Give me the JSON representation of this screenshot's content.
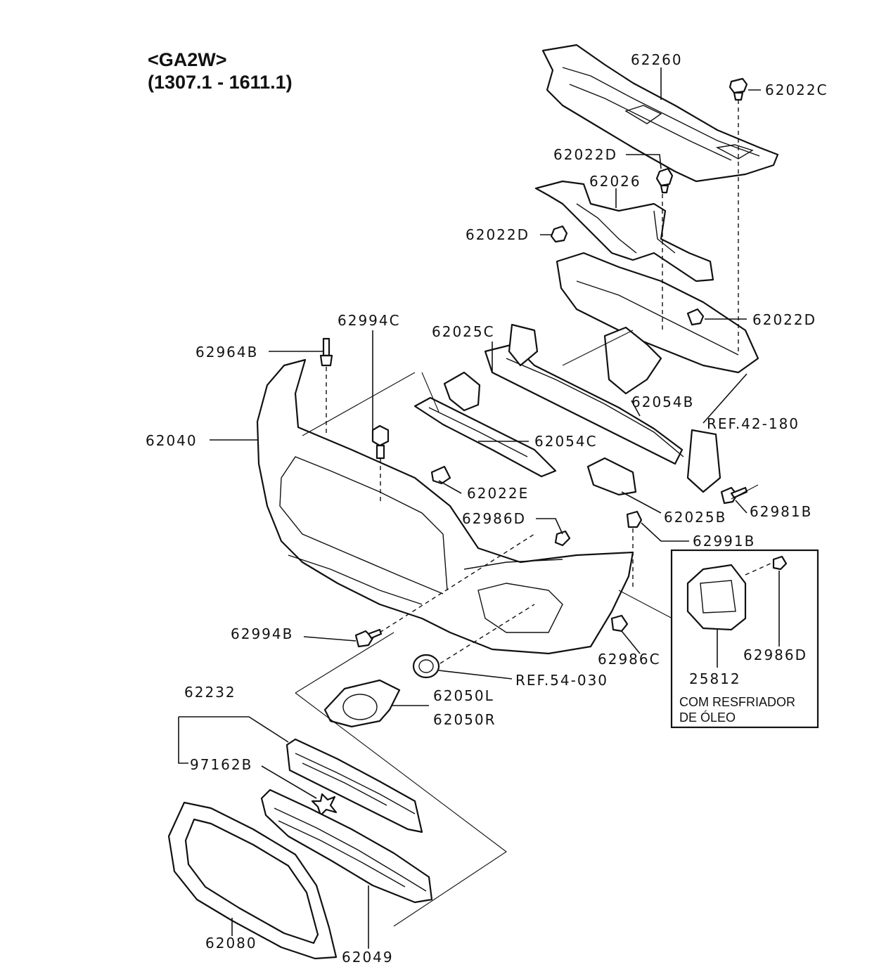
{
  "header": {
    "model": "<GA2W>",
    "range": "(1307.1 - 1611.1)"
  },
  "labels": {
    "p62260": "62260",
    "p62022C": "62022C",
    "p62022D_a": "62022D",
    "p62026": "62026",
    "p62022D_b": "62022D",
    "p62022D_c": "62022D",
    "p62994C": "62994C",
    "p62025C": "62025C",
    "p62964B": "62964B",
    "p62054B": "62054B",
    "ref42": "REF.42-180",
    "p62040": "62040",
    "p62054C": "62054C",
    "p62022E": "62022E",
    "p62981B": "62981B",
    "p62986D_a": "62986D",
    "p62025B": "62025B",
    "p62991B": "62991B",
    "p62994B": "62994B",
    "p62986C": "62986C",
    "p62986D_b": "62986D",
    "p25812": "25812",
    "ref54": "REF.54-030",
    "p62232": "62232",
    "p62050L": "62050L",
    "p62050R": "62050R",
    "p97162B": "97162B",
    "p62080": "62080",
    "p62049": "62049"
  },
  "inset": {
    "note_line1": "COM RESFRIADOR",
    "note_line2": "DE ÓLEO"
  }
}
